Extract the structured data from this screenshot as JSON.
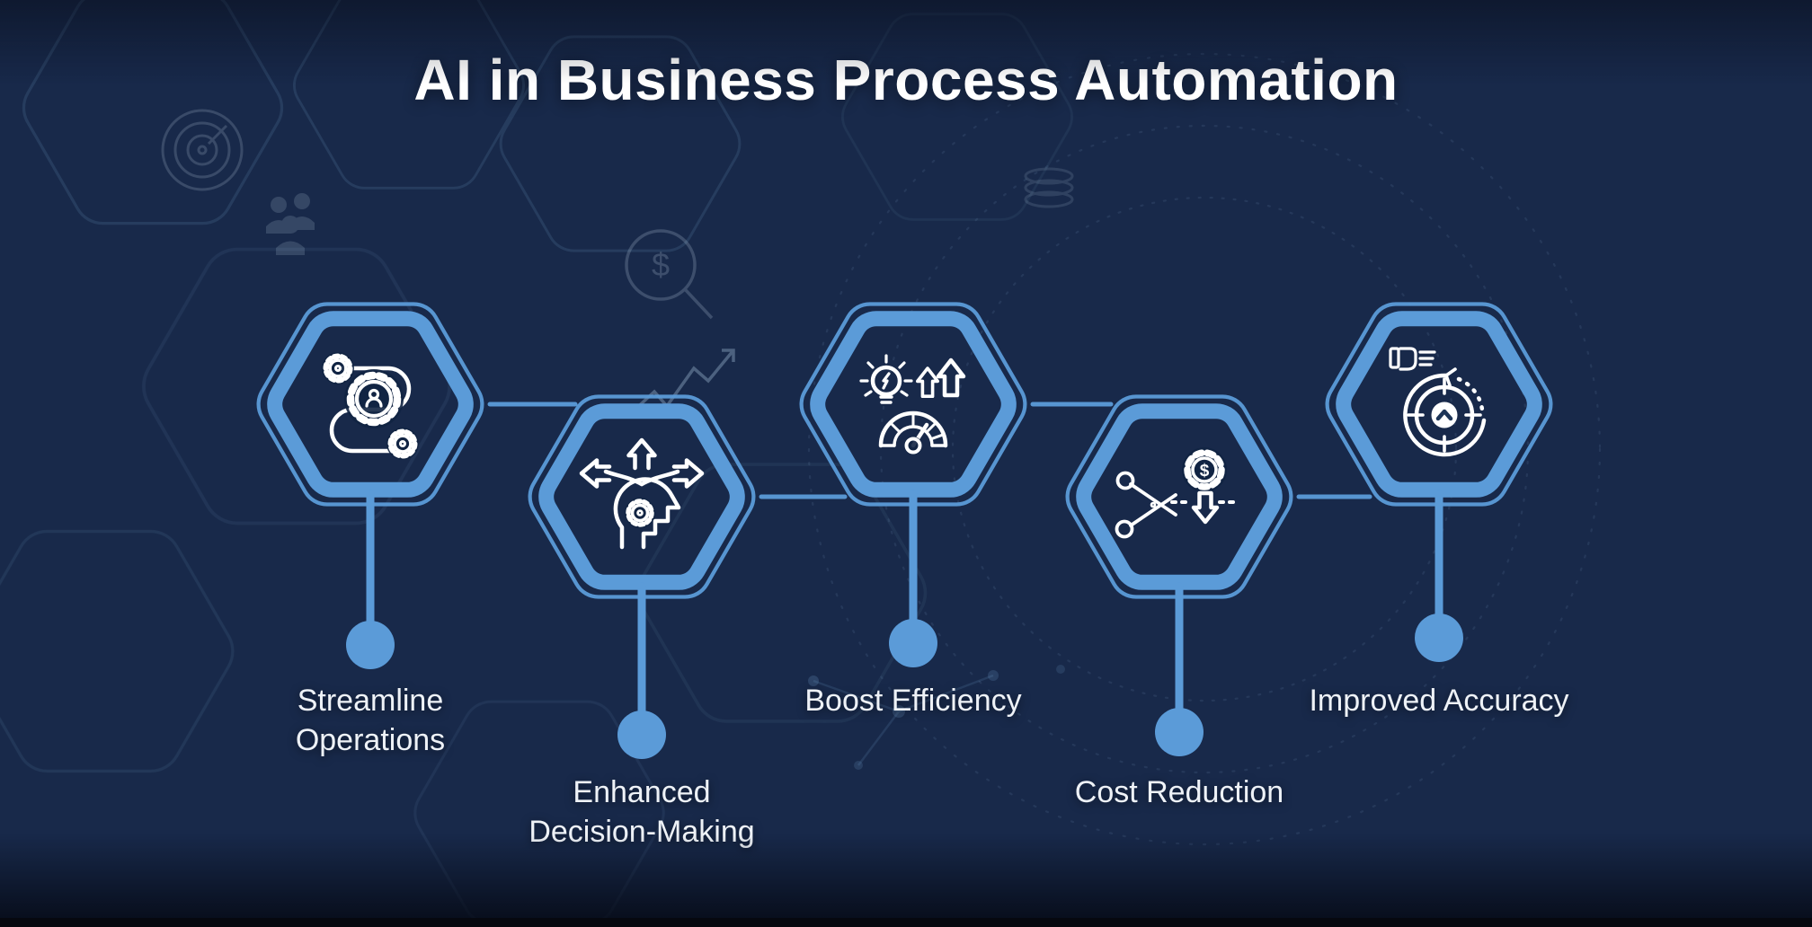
{
  "title": "AI in Business Process Automation",
  "colors": {
    "accent": "#5b9bd8",
    "icon_stroke": "#ffffff",
    "text": "#eef2f7",
    "background_light": "#1e3f63",
    "background_dark": "#141c36"
  },
  "nodes": [
    {
      "id": "streamline-operations",
      "label": "Streamline\nOperations",
      "icon": "workflow-gears-icon"
    },
    {
      "id": "enhanced-decision-making",
      "label": "Enhanced\nDecision-Making",
      "icon": "head-decision-arrows-icon"
    },
    {
      "id": "boost-efficiency",
      "label": "Boost Efficiency",
      "icon": "bulb-gauge-growth-icon"
    },
    {
      "id": "cost-reduction",
      "label": "Cost Reduction",
      "icon": "scissors-dollar-cut-icon"
    },
    {
      "id": "improved-accuracy",
      "label": "Improved Accuracy",
      "icon": "target-refresh-icon"
    }
  ],
  "icon_glyphs": {
    "currency_symbol": "$"
  }
}
